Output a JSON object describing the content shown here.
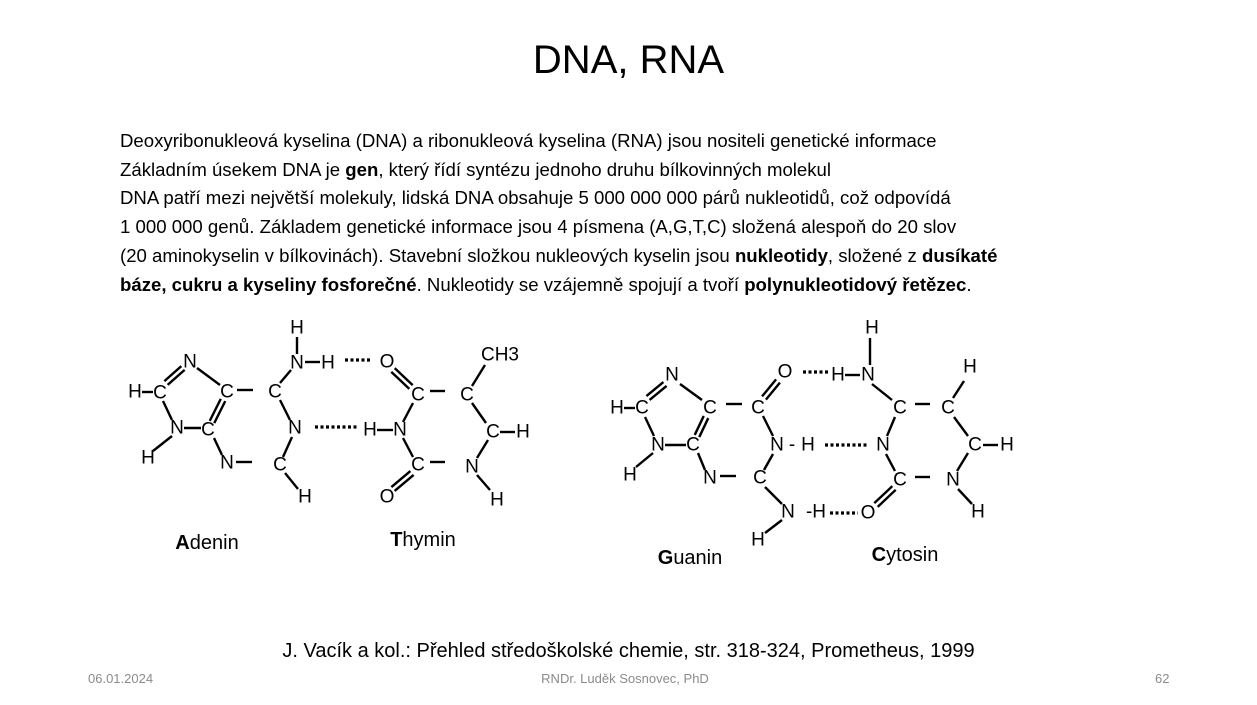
{
  "slide": {
    "title": "DNA, RNA",
    "paragraph_lines": [
      [
        {
          "t": "Deoxyribonukleová kyselina (DNA) a ribonukleová kyselina (RNA) jsou nositeli genetické informace",
          "b": false
        }
      ],
      [
        {
          "t": "Základním úsekem DNA je ",
          "b": false
        },
        {
          "t": "gen",
          "b": true
        },
        {
          "t": ", který řídí syntézu jednoho druhu bílkovinných molekul",
          "b": false
        }
      ],
      [
        {
          "t": "DNA patří mezi největší molekuly, lidská DNA obsahuje 5 000 000 000 párů nukleotidů, což odpovídá",
          "b": false
        }
      ],
      [
        {
          "t": "1 000 000 genů. Základem genetické informace jsou 4 písmena (A,G,T,C) složená alespoň do 20 slov",
          "b": false
        }
      ],
      [
        {
          "t": "(20 aminokyselin v bílkovinách). Stavební složkou nukleových kyselin jsou ",
          "b": false
        },
        {
          "t": "nukleotidy",
          "b": true
        },
        {
          "t": ", složené z ",
          "b": false
        },
        {
          "t": "dusíkaté",
          "b": true
        }
      ],
      [
        {
          "t": "báze, cukru a kyseliny fosforečné",
          "b": true
        },
        {
          "t": ". Nukleotidy se vzájemně spojují a tvoří ",
          "b": false
        },
        {
          "t": "polynukleotidový řetězec",
          "b": true
        },
        {
          "t": ".",
          "b": false
        }
      ]
    ],
    "citation": "J. Vacík a kol.: Přehled středoškolské chemie, str. 318-324, Prometheus, 1999"
  },
  "diagram": {
    "at_atoms": [
      "H",
      "N",
      "H",
      "O",
      "CH3",
      "N",
      "H",
      "C",
      "C",
      "C",
      "C",
      "C",
      "N",
      "C",
      "N",
      "H",
      "N",
      "C",
      "H",
      "H",
      "N",
      "C",
      "C",
      "N",
      "H",
      "O",
      "H"
    ],
    "gc_atoms": [
      "N",
      "H",
      "C",
      "C",
      "C",
      "O",
      "H",
      "N",
      "H",
      "H",
      "C",
      "C",
      "N",
      "C",
      "N",
      "-",
      "H",
      "N",
      "C",
      "H",
      "H",
      "N",
      "C",
      "C",
      "N",
      "N",
      "-H",
      "O",
      "H",
      "H"
    ],
    "labels": {
      "adenin": {
        "initial": "A",
        "rest": "denin"
      },
      "thymin": {
        "initial": "T",
        "rest": "hymin"
      },
      "guanin": {
        "initial": "G",
        "rest": "uanin"
      },
      "cytosin": {
        "initial": "C",
        "rest": "ytosin"
      }
    }
  },
  "footer": {
    "date": "06.01.2024",
    "author": "RNDr. Luděk Sosnovec, PhD",
    "page": "62"
  }
}
